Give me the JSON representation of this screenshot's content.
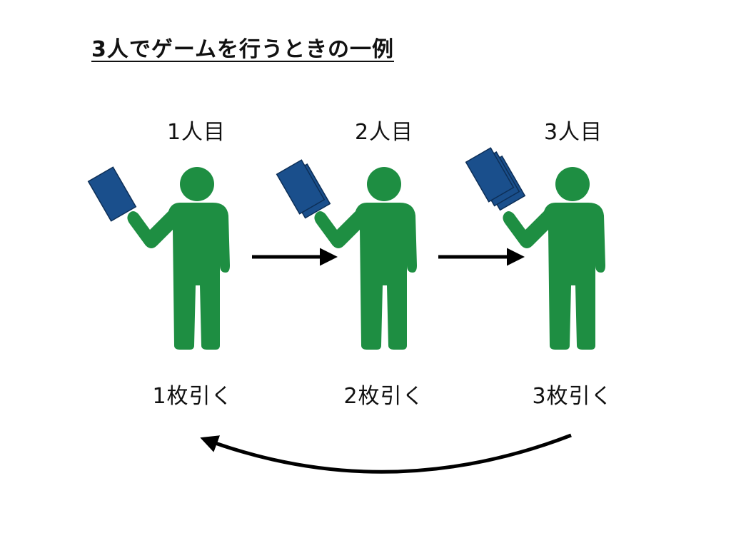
{
  "title": "3人でゲームを行うときの一例",
  "colors": {
    "person": "#1e8e42",
    "card": "#1a4f8c",
    "card_border": "#0d2f57",
    "arrow": "#000000"
  },
  "icons": {
    "person": "person-icon",
    "card_stack": "card-stack-icon",
    "arrow": "arrow-right-icon"
  },
  "players": [
    {
      "label": "1人目",
      "draw": "1枚引く",
      "cards": 1
    },
    {
      "label": "2人目",
      "draw": "2枚引く",
      "cards": 2
    },
    {
      "label": "3人目",
      "draw": "3枚引く",
      "cards": 3
    }
  ]
}
